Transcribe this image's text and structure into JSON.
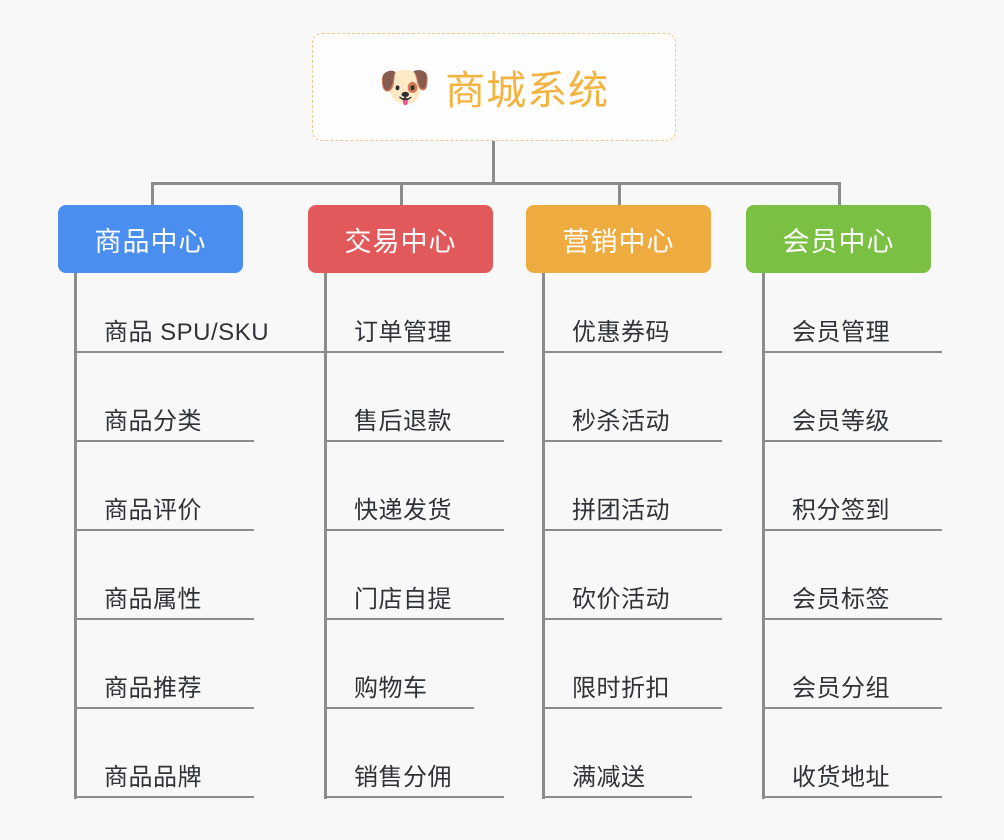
{
  "page": {
    "background_color": "#f8f8f8",
    "line_color": "#8c8c8c",
    "text_color": "#2f3337"
  },
  "root": {
    "icon": "🐶",
    "icon_name": "dog-face-icon",
    "title": "商城系统",
    "text_color": "#f2b340",
    "border_color": "#edc88a",
    "background": "#fefefe"
  },
  "columns": [
    {
      "header": "商品中心",
      "color": "#4a8ef0",
      "items": [
        "商品 SPU/SKU",
        "商品分类",
        "商品评价",
        "商品属性",
        "商品推荐",
        "商品品牌"
      ]
    },
    {
      "header": "交易中心",
      "color": "#e2595b",
      "items": [
        "订单管理",
        "售后退款",
        "快递发货",
        "门店自提",
        "购物车",
        "销售分佣"
      ]
    },
    {
      "header": "营销中心",
      "color": "#eeab3f",
      "items": [
        "优惠券码",
        "秒杀活动",
        "拼团活动",
        "砍价活动",
        "限时折扣",
        "满减送"
      ]
    },
    {
      "header": "会员中心",
      "color": "#7ac143",
      "items": [
        "会员管理",
        "会员等级",
        "积分签到",
        "会员标签",
        "会员分组",
        "收货地址"
      ]
    }
  ]
}
